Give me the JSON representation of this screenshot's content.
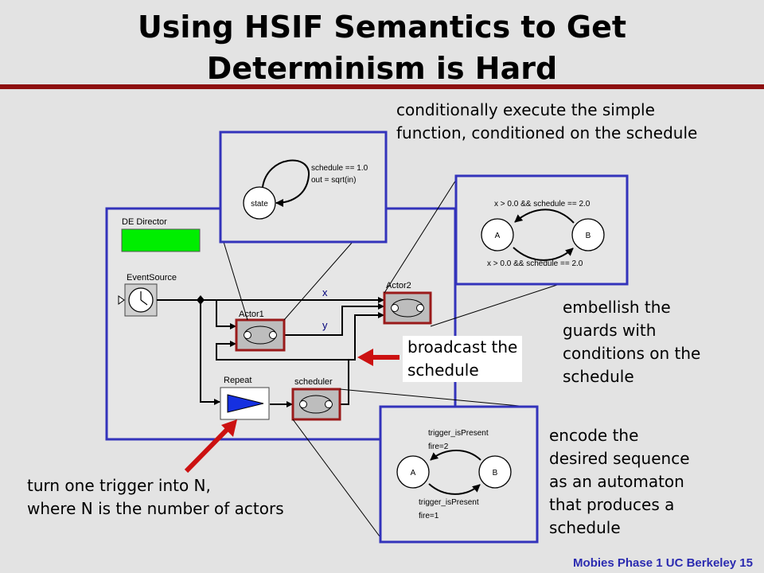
{
  "slide": {
    "title_line1": "Using HSIF Semantics to Get",
    "title_line2": "Determinism is Hard",
    "footer": "Mobies Phase 1 UC Berkeley  15"
  },
  "notes": {
    "top": "conditionally execute the simple\nfunction, conditioned on the schedule",
    "broadcast": "broadcast the\nschedule",
    "embellish": "embellish the\nguards with\nconditions on the\nschedule",
    "encode": "encode the\ndesired sequence\nas an automaton\nthat produces a\nschedule",
    "turn": "turn one trigger into N,\nwhere N is the number of actors"
  },
  "model": {
    "director": "DE Director",
    "event_source": "EventSource",
    "actor1": "Actor1",
    "actor2": "Actor2",
    "repeat": "Repeat",
    "scheduler": "scheduler",
    "port_x": "x",
    "port_y": "y"
  },
  "fsm_simple": {
    "state": "state",
    "guard": "schedule == 1.0",
    "action": "out = sqrt(in)"
  },
  "fsm_guards": {
    "state_a": "A",
    "state_b": "B",
    "guard_top": "x > 0.0 && schedule == 2.0",
    "guard_bottom": "x > 0.0 && schedule == 2.0"
  },
  "fsm_schedule": {
    "state_a": "A",
    "state_b": "B",
    "guard_top": "trigger_isPresent",
    "action_top": "fire=2",
    "guard_bottom": "trigger_isPresent",
    "action_bottom": "fire=1"
  },
  "colors": {
    "frame": "#3333bb",
    "title_rule": "#8e1010",
    "arrow": "#cc1111",
    "director_fill": "#00ee00",
    "actor_border": "#9a1a1a",
    "repeat_fill": "#1530e0"
  }
}
